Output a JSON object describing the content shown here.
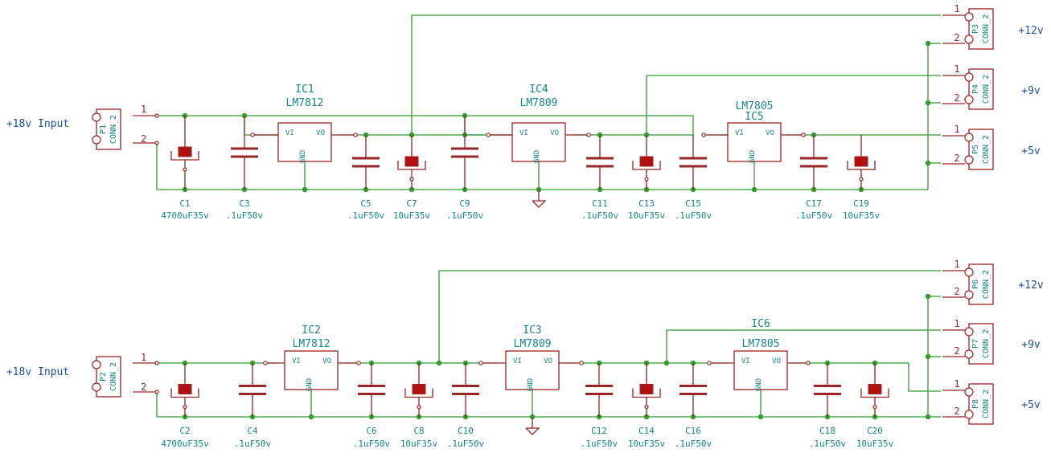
{
  "colors": {
    "wire": "#2e9e2e",
    "component": "#9b2424",
    "reference_text": "#15868a",
    "net_label_text": "#1f4fa8",
    "electrolytic_fill": "#b01010"
  },
  "inputs": [
    {
      "label": "+18v Input",
      "connector_ref": "P1",
      "connector_value": "CONN_2"
    },
    {
      "label": "+18v Input",
      "connector_ref": "P2",
      "connector_value": "CONN_2"
    }
  ],
  "pin_numbers": {
    "one": "1",
    "two": "2"
  },
  "regulators": [
    {
      "ref": "IC1",
      "value": "LM7812",
      "vi": "VI",
      "vo": "VO",
      "gnd": "GND"
    },
    {
      "ref": "IC4",
      "value": "LM7809",
      "vi": "VI",
      "vo": "VO",
      "gnd": "GND"
    },
    {
      "ref": "IC5",
      "value": "LM7805",
      "vi": "VI",
      "vo": "VO",
      "gnd": "GND"
    },
    {
      "ref": "IC2",
      "value": "LM7812",
      "vi": "VI",
      "vo": "VO",
      "gnd": "GND"
    },
    {
      "ref": "IC3",
      "value": "LM7809",
      "vi": "VI",
      "vo": "VO",
      "gnd": "GND"
    },
    {
      "ref": "IC6",
      "value": "LM7805",
      "vi": "VI",
      "vo": "VO",
      "gnd": "GND"
    }
  ],
  "capacitors": [
    {
      "ref": "C1",
      "value": "4700uF35v"
    },
    {
      "ref": "C3",
      "value": ".1uF50v"
    },
    {
      "ref": "C5",
      "value": ".1uF50v"
    },
    {
      "ref": "C7",
      "value": "10uF35v"
    },
    {
      "ref": "C9",
      "value": ".1uF50v"
    },
    {
      "ref": "C11",
      "value": ".1uF50v"
    },
    {
      "ref": "C13",
      "value": "10uF35v"
    },
    {
      "ref": "C15",
      "value": ".1uF50v"
    },
    {
      "ref": "C17",
      "value": ".1uF50v"
    },
    {
      "ref": "C19",
      "value": "10uF35v"
    },
    {
      "ref": "C2",
      "value": "4700uF35v"
    },
    {
      "ref": "C4",
      "value": ".1uF50v"
    },
    {
      "ref": "C6",
      "value": ".1uF50v"
    },
    {
      "ref": "C8",
      "value": "10uF35v"
    },
    {
      "ref": "C10",
      "value": ".1uF50v"
    },
    {
      "ref": "C12",
      "value": ".1uF50v"
    },
    {
      "ref": "C14",
      "value": "10uF35v"
    },
    {
      "ref": "C16",
      "value": ".1uF50v"
    },
    {
      "ref": "C18",
      "value": ".1uF50v"
    },
    {
      "ref": "C20",
      "value": "10uF35v"
    }
  ],
  "outputs": [
    {
      "connector_ref": "P3",
      "connector_value": "CONN_2",
      "voltage": "+12v"
    },
    {
      "connector_ref": "P4",
      "connector_value": "CONN_2",
      "voltage": "+9v"
    },
    {
      "connector_ref": "P5",
      "connector_value": "CONN_2",
      "voltage": "+5v"
    },
    {
      "connector_ref": "P6",
      "connector_value": "CONN_2",
      "voltage": "+12v"
    },
    {
      "connector_ref": "P7",
      "connector_value": "CONN_2",
      "voltage": "+9v"
    },
    {
      "connector_ref": "P8",
      "connector_value": "CONN_2",
      "voltage": "+5v"
    }
  ]
}
